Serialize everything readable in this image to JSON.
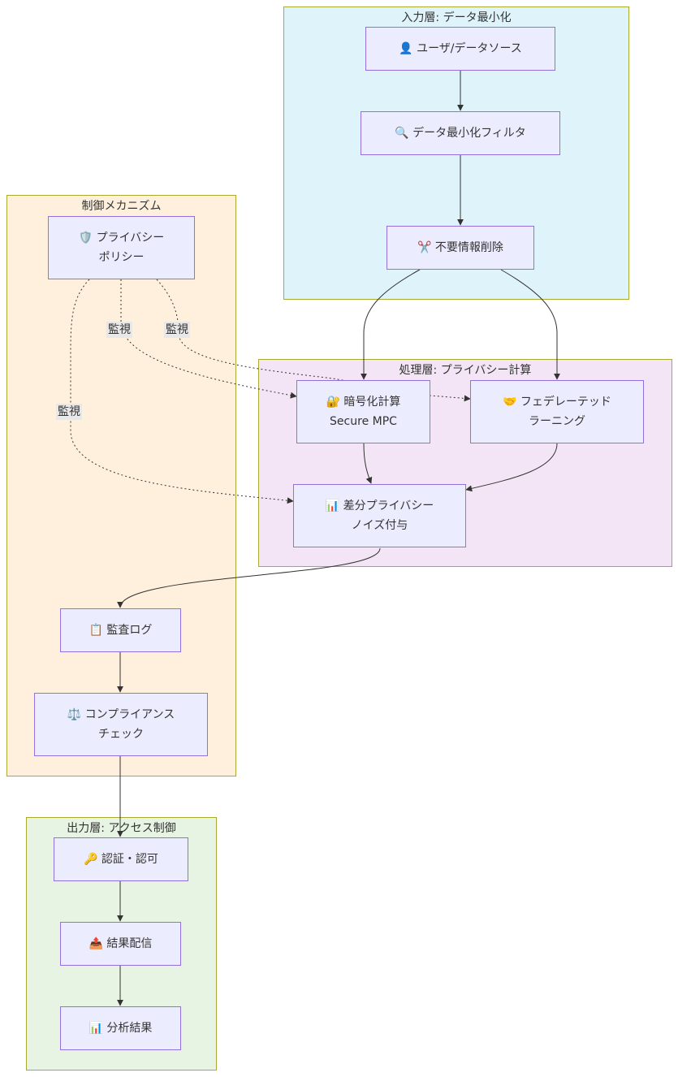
{
  "clusters": {
    "input": "入力層: データ最小化",
    "control": "制御メカニズム",
    "processing": "処理層: プライバシー計算",
    "output": "出力層: アクセス制御"
  },
  "nodes": {
    "user_source": "👤 ユーザ/データソース",
    "minimize_filter": "🔍 データ最小化フィルタ",
    "remove_unneeded": "✂️ 不要情報削除",
    "privacy_policy": "🛡️ プライバシー\nポリシー",
    "secure_mpc": "🔐 暗号化計算\nSecure MPC",
    "federated": "🤝 フェデレーテッド\nラーニング",
    "diff_privacy": "📊 差分プライバシー\nノイズ付与",
    "audit_log": "📋 監査ログ",
    "compliance": "⚖️ コンプライアンス\nチェック",
    "auth": "🔑 認証・認可",
    "delivery": "📤 結果配信",
    "analysis": "📊 分析結果"
  },
  "edge_labels": {
    "monitor_1": "監視",
    "monitor_2": "監視",
    "monitor_3": "監視"
  },
  "colors": {
    "input_bg": "#DFF3FB",
    "control_bg": "#FFF0DD",
    "processing_bg": "#F3E5F5",
    "output_bg": "#E8F4E3",
    "cluster_border": "#AAAA33",
    "node_bg": "#ECECFF",
    "node_border": "#9370DB",
    "edge": "#333333"
  }
}
